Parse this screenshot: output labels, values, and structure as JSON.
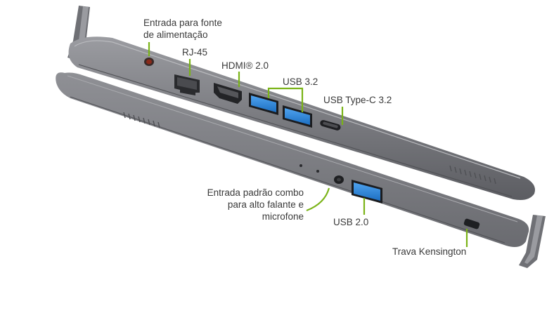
{
  "labels": {
    "power_input": [
      "Entrada para fonte",
      "de alimentação"
    ],
    "rj45": "RJ-45",
    "hdmi": "HDMI® 2.0",
    "usb32": "USB 3.2",
    "usbc32": "USB Type-C 3.2",
    "audio_combo": [
      "Entrada padrão combo",
      "para alto falante e",
      "microfone"
    ],
    "usb20": "USB 2.0",
    "kensington": "Trava Kensington"
  },
  "colors": {
    "accent_green": "#7ab317",
    "usb_blue": "#2f86d8",
    "chassis": "#7e7f84",
    "chassis_dark": "#55565a",
    "power_dot": "#8a2a1a"
  }
}
